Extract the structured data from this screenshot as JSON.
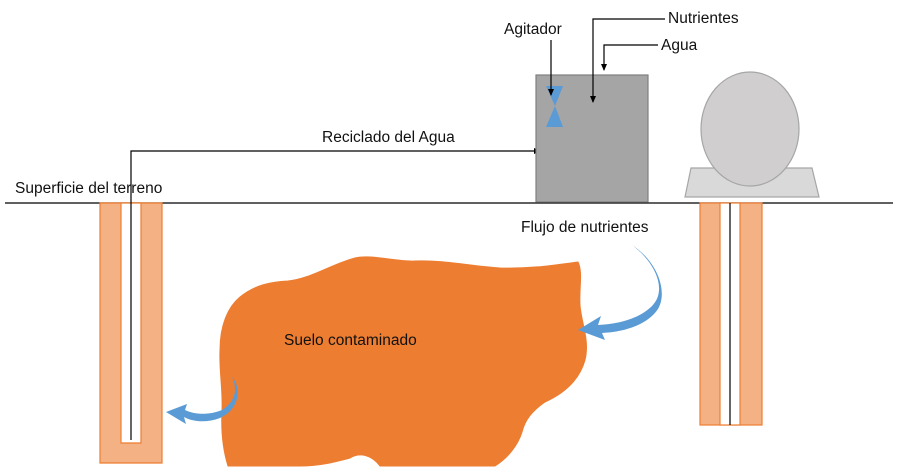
{
  "labels": {
    "agitator": "Agitador",
    "nutrients": "Nutrientes",
    "water": "Agua",
    "water_recycling": "Reciclado del Agua",
    "ground_surface": "Superficie del terreno",
    "nutrient_flow": "Flujo de nutrientes",
    "contaminated_soil": "Suelo contaminado"
  },
  "colors": {
    "soil": "#ed7d31",
    "well": "#f4b183",
    "well_border": "#ed7d31",
    "tank": "#a5a5a5",
    "tank_border": "#7f7f7f",
    "pump": "#d0cece",
    "pump_base": "#d9d9d9",
    "flow_arrow": "#5b9bd5",
    "agitator": "#5b9bd5",
    "line": "#000000"
  }
}
